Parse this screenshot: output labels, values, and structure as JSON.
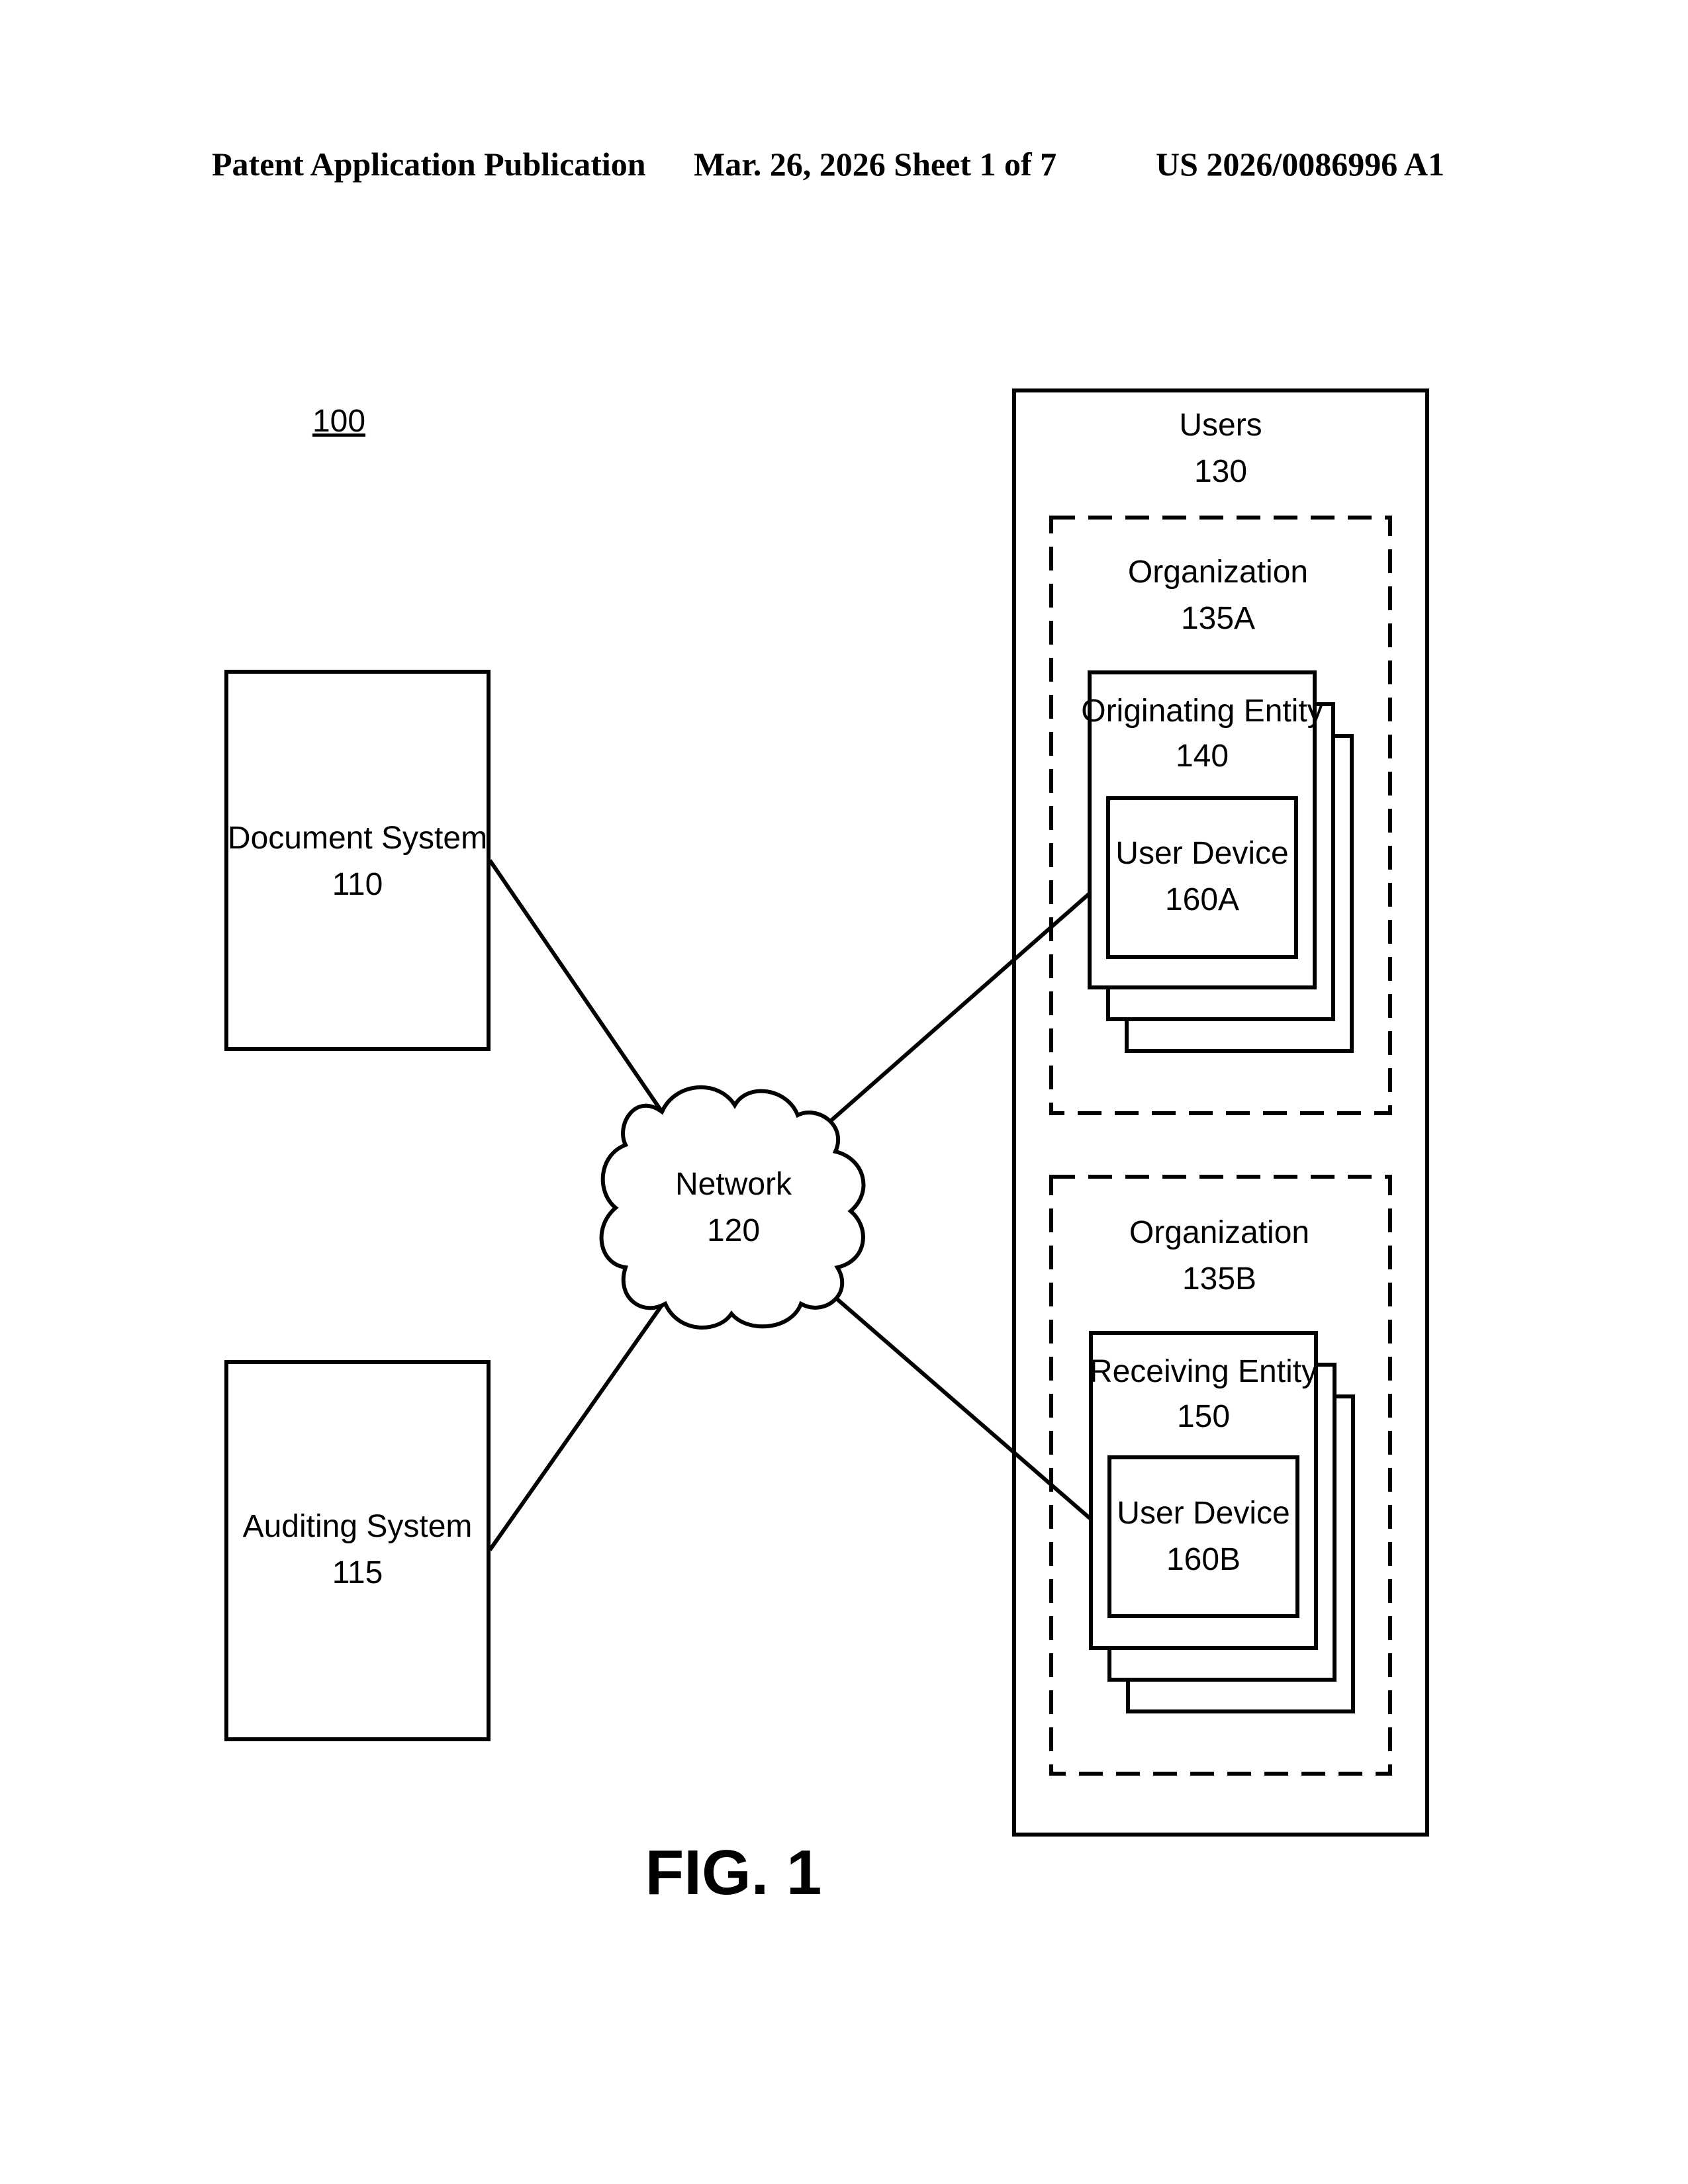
{
  "header": {
    "publication": "Patent Application Publication",
    "date_sheet": "Mar. 26, 2026  Sheet 1 of 7",
    "number": "US 2026/0086996 A1"
  },
  "diagram": {
    "ref_number": "100",
    "document_system": {
      "title": "Document System",
      "ref": "110"
    },
    "auditing_system": {
      "title": "Auditing System",
      "ref": "115"
    },
    "network": {
      "title": "Network",
      "ref": "120"
    },
    "users": {
      "title": "Users",
      "ref": "130"
    },
    "org_a": {
      "title": "Organization",
      "ref": "135A"
    },
    "org_b": {
      "title": "Organization",
      "ref": "135B"
    },
    "originating_entity": {
      "title": "Originating Entity",
      "ref": "140"
    },
    "receiving_entity": {
      "title": "Receiving Entity",
      "ref": "150"
    },
    "user_device_a": {
      "title": "User Device",
      "ref": "160A"
    },
    "user_device_b": {
      "title": "User Device",
      "ref": "160B"
    }
  },
  "figure_label": "FIG. 1"
}
